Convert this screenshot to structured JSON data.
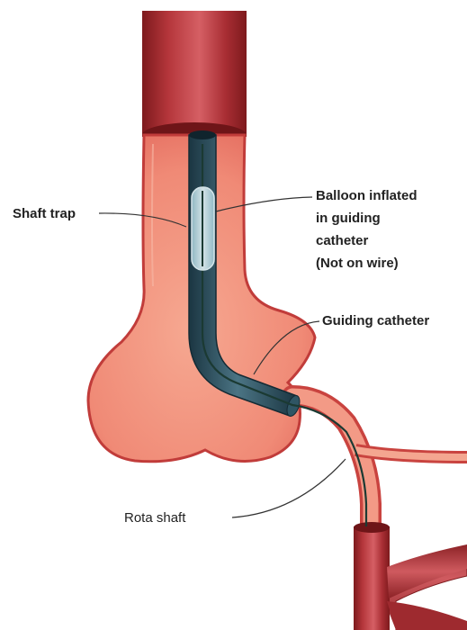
{
  "labels": {
    "shaft_trap": "Shaft trap",
    "balloon": [
      "Balloon inflated",
      "in guiding",
      "catheter",
      "(Not on wire)"
    ],
    "guiding_catheter": "Guiding catheter",
    "rota_shaft": "Rota shaft"
  },
  "colors": {
    "vessel_dark": "#8e1f22",
    "vessel_mid": "#b3353a",
    "vessel_light": "#d9656a",
    "lumen_fill": "#f2907c",
    "lumen_edge": "#c9433f",
    "catheter_dark": "#1f3d4b",
    "catheter_mid": "#3e6474",
    "balloon": "#bfe0e8",
    "shaft": "#1b3a33"
  }
}
